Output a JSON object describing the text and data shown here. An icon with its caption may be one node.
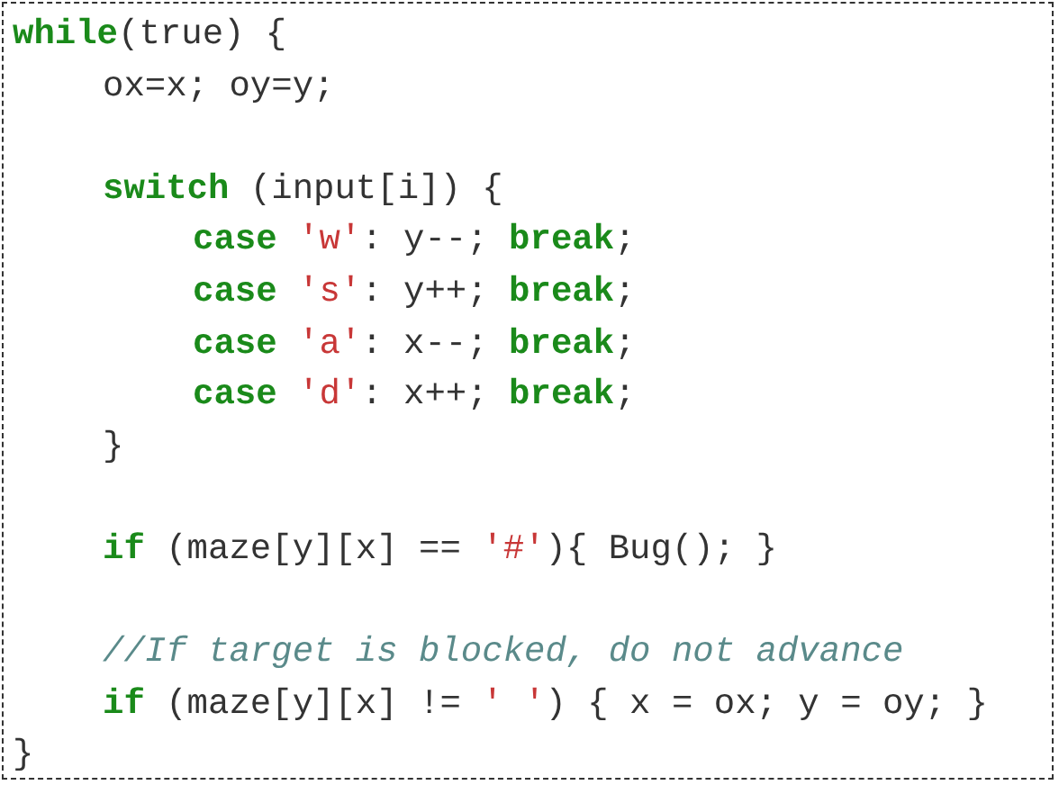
{
  "diagram": {
    "nodes": [
      {
        "text": [
          "**while**(true) {",
          "ox=x; oy=y;",
          "**switch** (input[i]) {",
          "**case** 'w': y--; **break**;",
          "**case** 's': y++; **break**;",
          "**case** 'a': x--; **break**;",
          "**case** 'd': x++; **break**;",
          "}",
          "**if** (maze[y][x] == '#'){ Bug(); }",
          "//If target is blocked, do not advance",
          "**if** (maze[y][x] != ' ') { x = ox; y = oy; }",
          "}"
        ]
      }
    ]
  }
}
